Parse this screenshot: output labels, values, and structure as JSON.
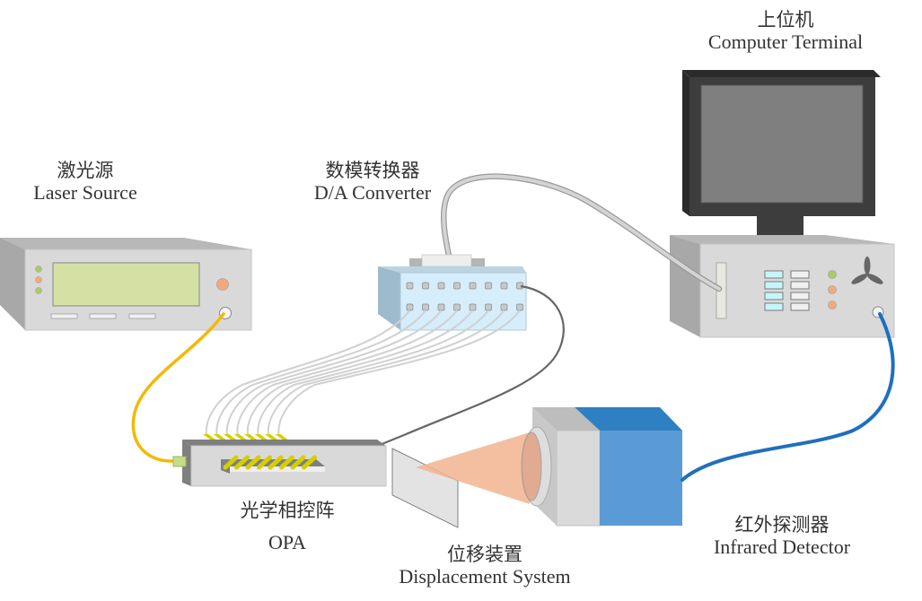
{
  "diagram": {
    "components": {
      "laser_source": {
        "label_zh": "激光源",
        "label_en": "Laser Source"
      },
      "da_converter": {
        "label_zh": "数模转换器",
        "label_en": "D/A Converter"
      },
      "computer_terminal": {
        "label_zh": "上位机",
        "label_en": "Computer Terminal"
      },
      "opa": {
        "label_zh": "光学相控阵",
        "label_en": "OPA"
      },
      "displacement_system": {
        "label_zh": "位移装置",
        "label_en": "Displacement System"
      },
      "infrared_detector": {
        "label_zh": "红外探测器",
        "label_en": "Infrared Detector"
      }
    },
    "connections": [
      {
        "from": "laser_source",
        "to": "opa",
        "kind": "optical-fiber",
        "color": "#f5b800"
      },
      {
        "from": "da_converter",
        "to": "opa",
        "kind": "electrode-wires",
        "count": 8,
        "color": "#d0d0d0"
      },
      {
        "from": "da_converter",
        "to": "opa",
        "kind": "signal-cable",
        "color": "#666666"
      },
      {
        "from": "computer_terminal",
        "to": "da_converter",
        "kind": "data-cable",
        "color": "#c8c8c8"
      },
      {
        "from": "infrared_detector",
        "to": "computer_terminal",
        "kind": "data-cable",
        "color": "#1f6fbf"
      }
    ],
    "colors": {
      "laser_display": "#d4e0a4",
      "da_body": "#d6edfb",
      "detector_body": "#5b9bd5",
      "beam": "#f2b48f",
      "electrode": "#d6cf00",
      "monitor": "#3d3d3d",
      "screen": "#7f7f7f"
    }
  }
}
